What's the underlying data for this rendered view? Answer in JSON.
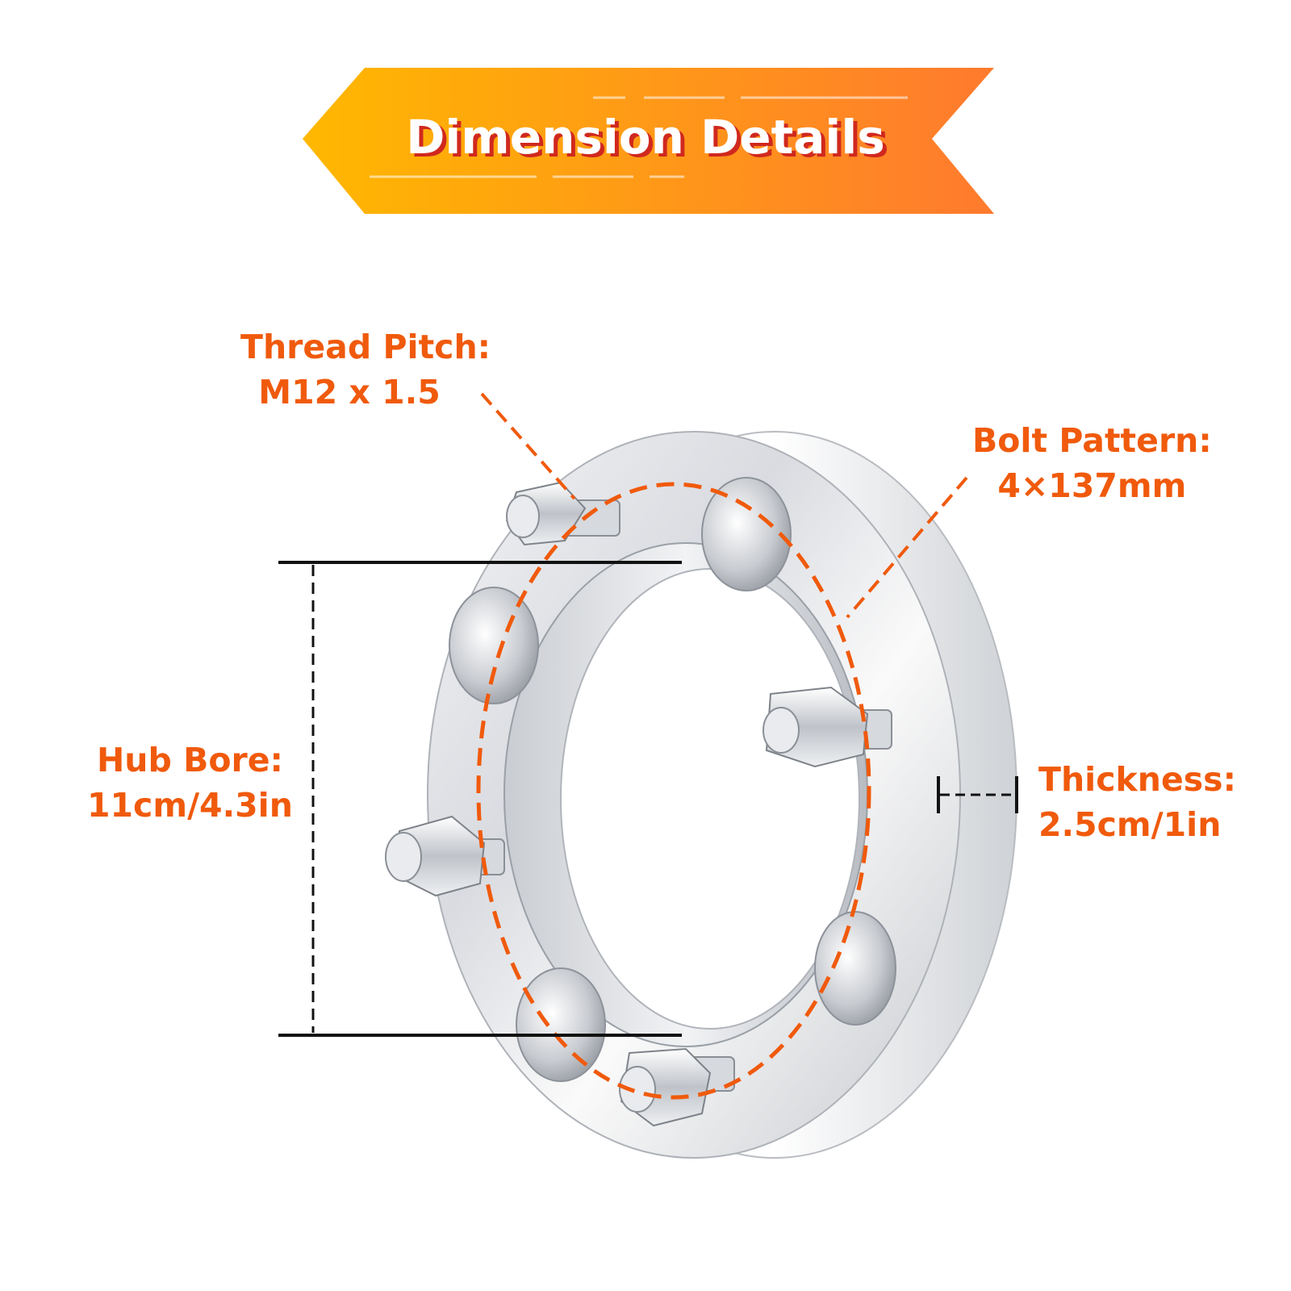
{
  "banner": {
    "title": "Dimension Details"
  },
  "labels": {
    "thread_pitch": {
      "name": "Thread Pitch:",
      "value": "M12 x 1.5"
    },
    "bolt_pattern": {
      "name": "Bolt Pattern:",
      "value": "4×137mm"
    },
    "hub_bore": {
      "name": "Hub Bore:",
      "value": "11cm/4.3in"
    },
    "thickness": {
      "name": "Thickness:",
      "value": "2.5cm/1in"
    }
  },
  "colors": {
    "label_text": "#f05a0c",
    "banner_start": "#ffb800",
    "banner_end": "#ff7a2e",
    "banner_text_shadow": "#d0281e",
    "dashed_callout": "#f05a0c",
    "dimension_line": "#111111"
  }
}
